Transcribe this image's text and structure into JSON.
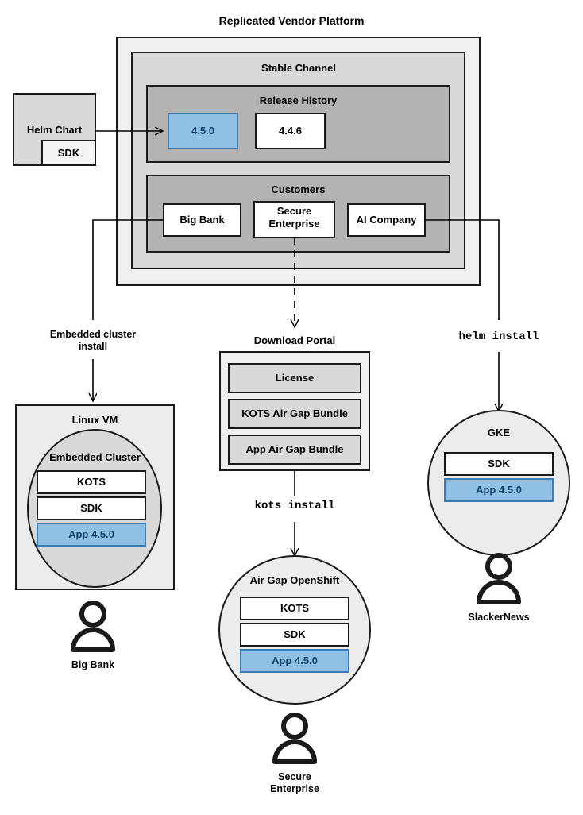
{
  "diagram": {
    "title": "Replicated Vendor Platform",
    "platform": {
      "stable_channel_label": "Stable Channel",
      "release_history": {
        "label": "Release History",
        "releases": [
          {
            "version": "4.5.0",
            "highlighted": true
          },
          {
            "version": "4.4.6",
            "highlighted": false
          }
        ]
      },
      "customers": {
        "label": "Customers",
        "items": [
          {
            "name": "Big Bank"
          },
          {
            "name": "Secure\nEnterprise"
          },
          {
            "name": "AI Company"
          }
        ]
      }
    },
    "helm_chart": {
      "label": "Helm Chart",
      "sdk_label": "SDK"
    },
    "connectors": [
      {
        "name": "embedded-cluster-install",
        "label": "Embedded cluster\ninstall",
        "style": "solid"
      },
      {
        "name": "kots-install",
        "label": "kots install",
        "style": "mono"
      },
      {
        "name": "helm-install",
        "label": "helm install",
        "style": "mono"
      },
      {
        "name": "download-portal-link",
        "label": "",
        "style": "dashed"
      }
    ],
    "targets": [
      {
        "name": "linux-vm",
        "title": "Linux VM",
        "inner_title": "Embedded Cluster",
        "components": [
          {
            "label": "KOTS",
            "highlighted": false
          },
          {
            "label": "SDK",
            "highlighted": false
          },
          {
            "label": "App 4.5.0",
            "highlighted": true
          }
        ],
        "persona": "Big Bank"
      },
      {
        "name": "air-gap-openshift",
        "title": "Air Gap OpenShift",
        "components": [
          {
            "label": "KOTS",
            "highlighted": false
          },
          {
            "label": "SDK",
            "highlighted": false
          },
          {
            "label": "App 4.5.0",
            "highlighted": true
          }
        ],
        "persona": "Secure\nEnterprise"
      },
      {
        "name": "gke",
        "title": "GKE",
        "components": [
          {
            "label": "SDK",
            "highlighted": false
          },
          {
            "label": "App 4.5.0",
            "highlighted": true
          }
        ],
        "persona": "SlackerNews"
      }
    ],
    "download_portal": {
      "title": "Download Portal",
      "artifacts": [
        {
          "label": "License"
        },
        {
          "label": "KOTS Air Gap Bundle"
        },
        {
          "label": "App Air Gap Bundle"
        }
      ]
    },
    "colors": {
      "accent_blue_fill": "#90c0e3",
      "accent_blue_stroke": "#3a7cb5",
      "accent_blue_text": "#12436b",
      "gray_outer": "#f0f0f0",
      "gray_mid": "#d9d9d9",
      "gray_inner": "#b3b3b3",
      "stroke": "#1a1a1a",
      "white": "#ffffff"
    }
  }
}
